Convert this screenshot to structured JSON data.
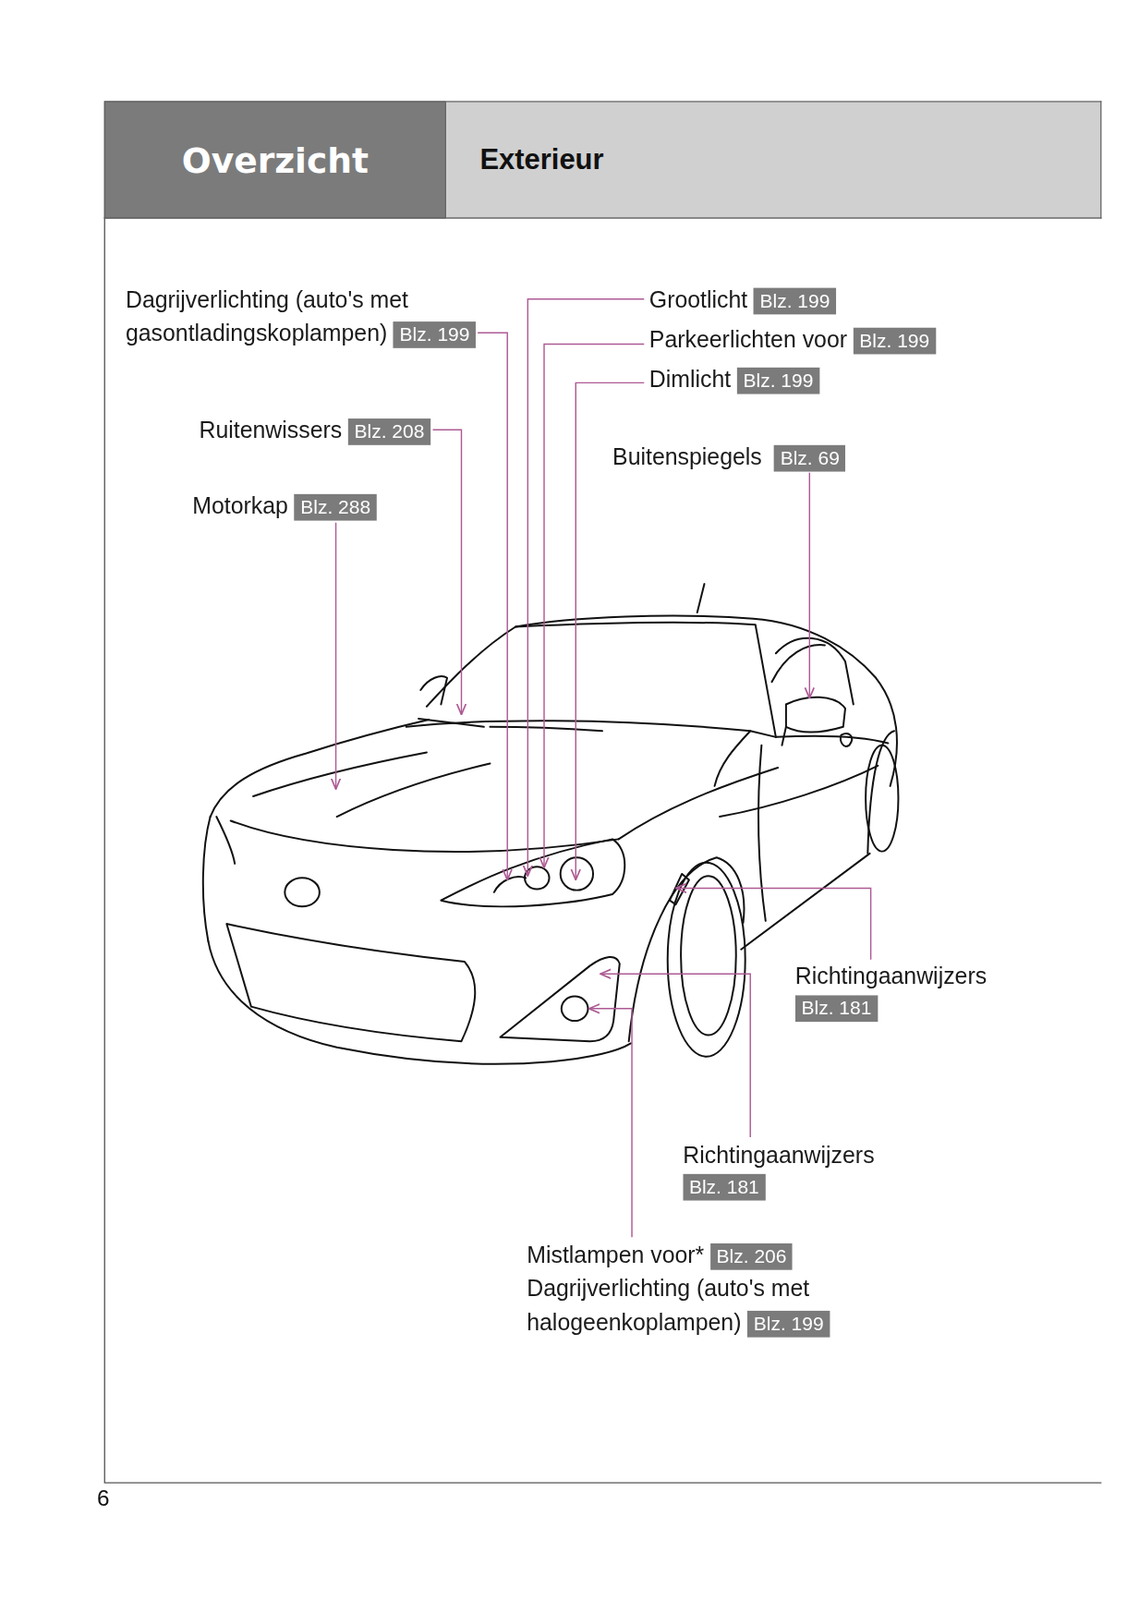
{
  "diagram": {
    "nodes": [
      {
        "text": [
          "Overzicht"
        ]
      },
      {
        "text": [
          "Exterieur"
        ]
      },
      {
        "text": [
          "Dagrijverlichting (auto's met gasontladingskoplampen)",
          "Blz. 199"
        ]
      },
      {
        "text": [
          "Grootlicht",
          "Blz. 199"
        ]
      },
      {
        "text": [
          "Parkeerlichten voor",
          "Blz. 199"
        ]
      },
      {
        "text": [
          "Dimlicht",
          "Blz. 199"
        ]
      },
      {
        "text": [
          "Ruitenwissers",
          "Blz. 208"
        ]
      },
      {
        "text": [
          "Buitenspiegels",
          "Blz. 69"
        ]
      },
      {
        "text": [
          "Motorkap",
          "Blz. 288"
        ]
      },
      {
        "text": [
          "Richtingaanwijzers",
          "Blz. 181"
        ]
      },
      {
        "text": [
          "Richtingaanwijzers",
          "Blz. 181"
        ]
      },
      {
        "text": [
          "Mistlampen voor*",
          "Blz. 206"
        ]
      },
      {
        "text": [
          "Dagrijverlichting (auto's met halogeenkoplampen)",
          "Blz. 199"
        ]
      }
    ],
    "labels": [
      "6"
    ]
  }
}
